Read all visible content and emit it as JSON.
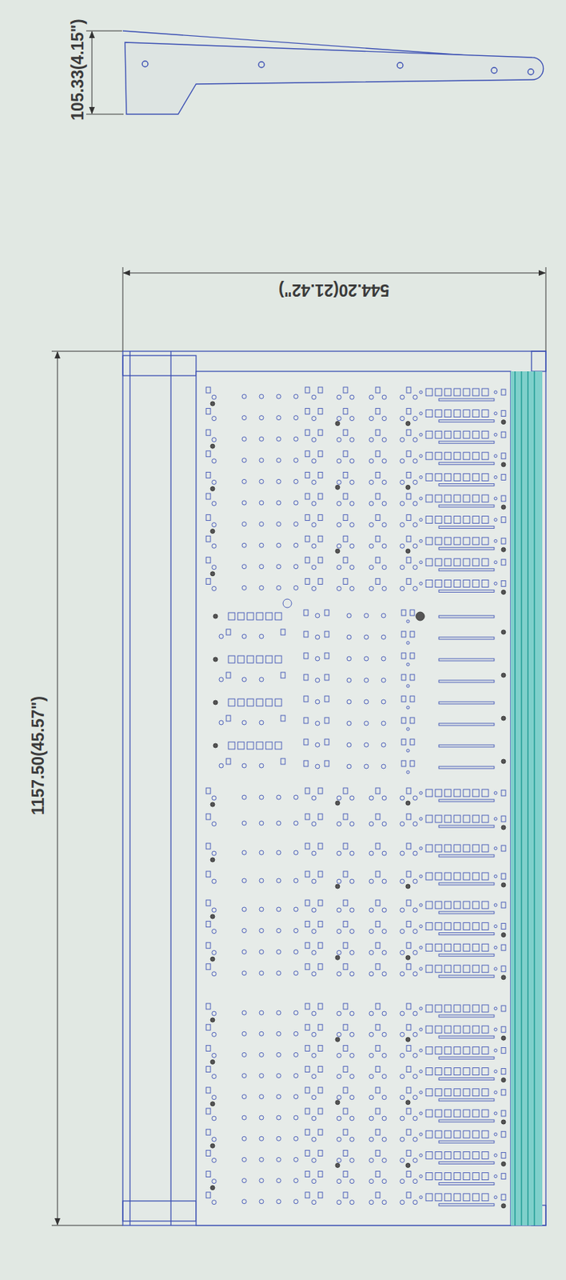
{
  "diagram": {
    "labels": [
      "105.33(4.15\")",
      "544.20(21.42\")",
      "1157.50(45.57\")"
    ]
  }
}
